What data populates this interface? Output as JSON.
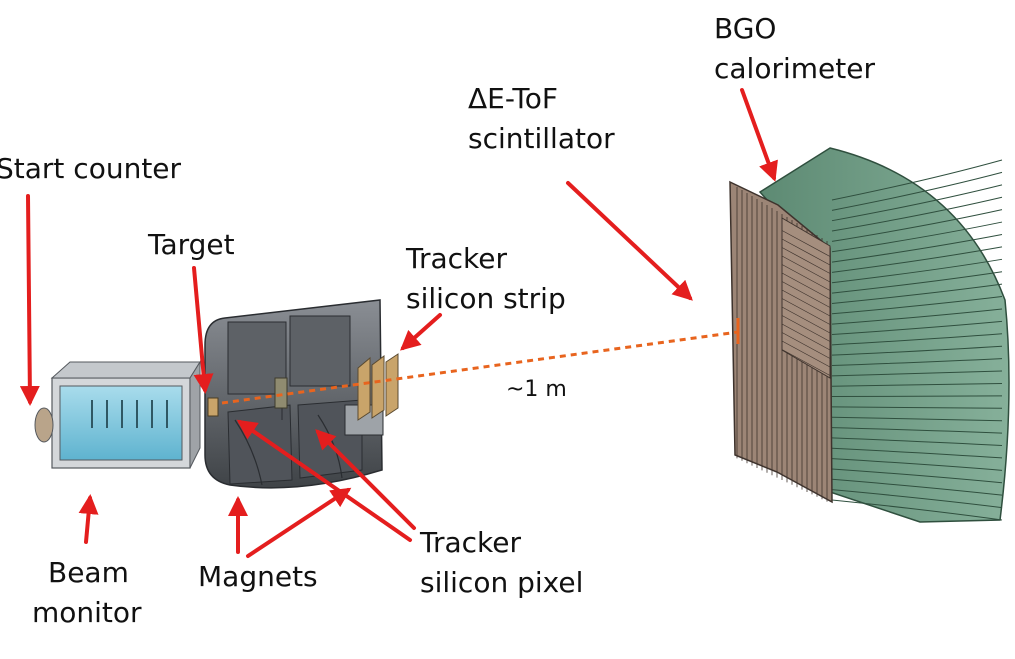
{
  "colors": {
    "arrow": "#e41e1e",
    "beam_path": "#e8641e",
    "calorimeter": "#6f9a84",
    "calorimeter_edge": "#2f4f3e",
    "scintillator": "#9c8576",
    "scintillator_edge": "#3e332d",
    "magnet": "#6e7278",
    "beam_monitor_window": "#7cc8e0",
    "strip": "#c9a46a"
  },
  "labels": {
    "start_counter": "Start counter",
    "target": "Target",
    "tracker_strip_line1": "Tracker",
    "tracker_strip_line2": "silicon strip",
    "scintillator_line1": "ΔE-ToF",
    "scintillator_line2": "scintillator",
    "bgo_line1": "BGO",
    "bgo_line2": "calorimeter",
    "distance": "~1 m",
    "beam_monitor_line1": "Beam",
    "beam_monitor_line2": "monitor",
    "magnets": "Magnets",
    "tracker_pixel_line1": "Tracker",
    "tracker_pixel_line2": "silicon pixel"
  }
}
